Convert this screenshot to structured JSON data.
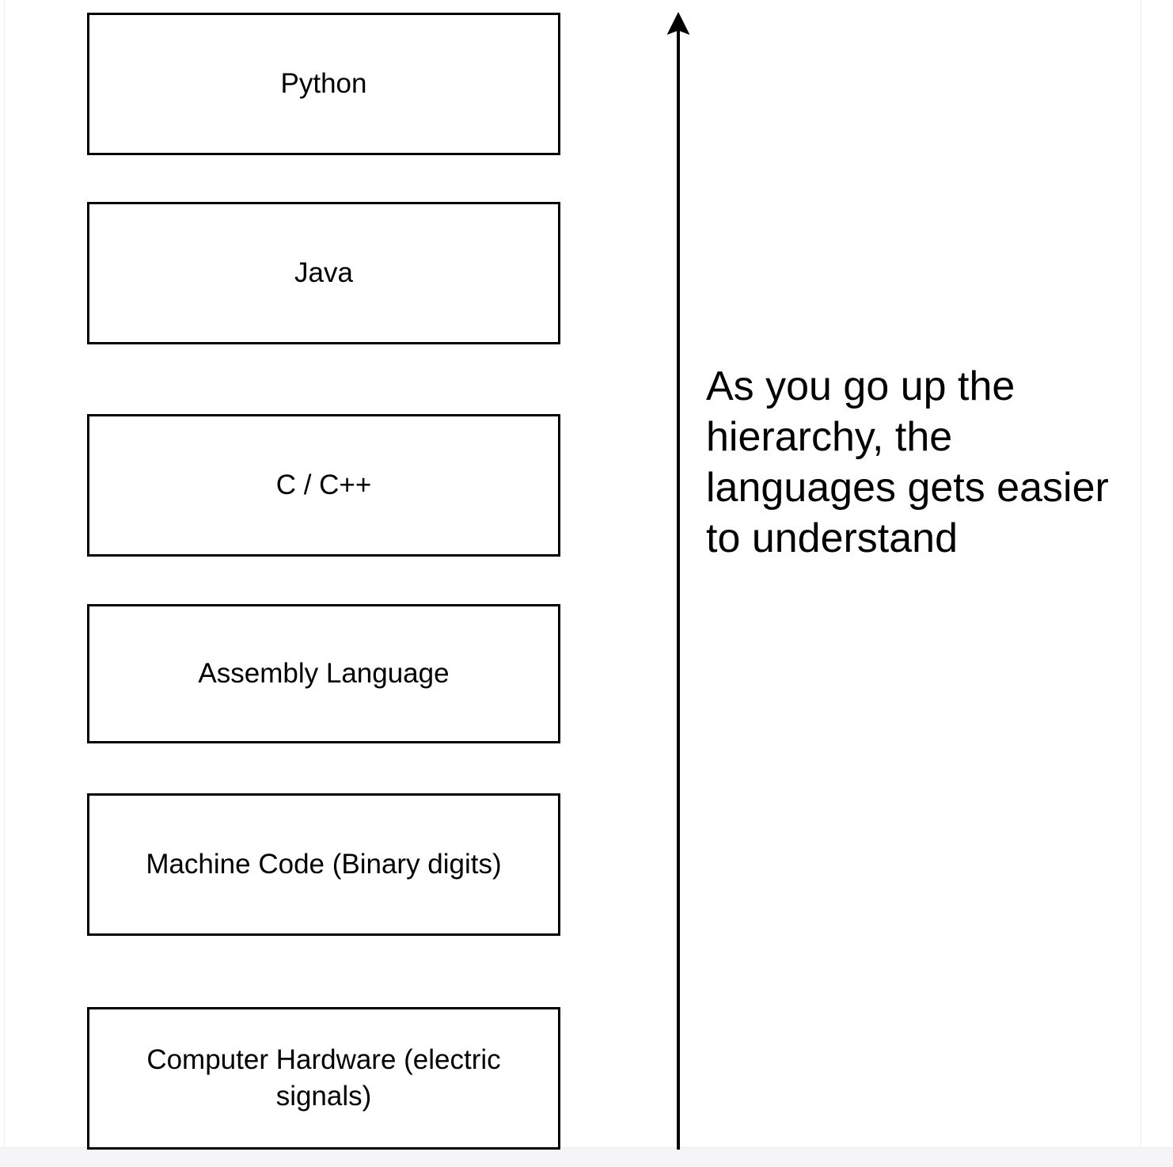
{
  "diagram": {
    "type": "hierarchy",
    "boxes": [
      {
        "id": "python",
        "label": "Python"
      },
      {
        "id": "java",
        "label": "Java"
      },
      {
        "id": "c-cpp",
        "label": "C / C++"
      },
      {
        "id": "assembly",
        "label": "Assembly Language"
      },
      {
        "id": "machine-code",
        "label": "Machine Code (Binary digits)"
      },
      {
        "id": "computer-hardware",
        "label": "Computer Hardware (electric signals)"
      }
    ],
    "order": "easiest at top, hardware at bottom",
    "arrow": {
      "icon": "up-arrow",
      "direction": "up"
    },
    "annotation": "As you go up the hierarchy, the languages gets easier to understand",
    "colors": {
      "background": "#ffffff",
      "box_border": "#000000",
      "text": "#000000",
      "arrow": "#000000",
      "canvas_edge": "#ececec",
      "bottom_strip": "#f5f5f7"
    }
  }
}
